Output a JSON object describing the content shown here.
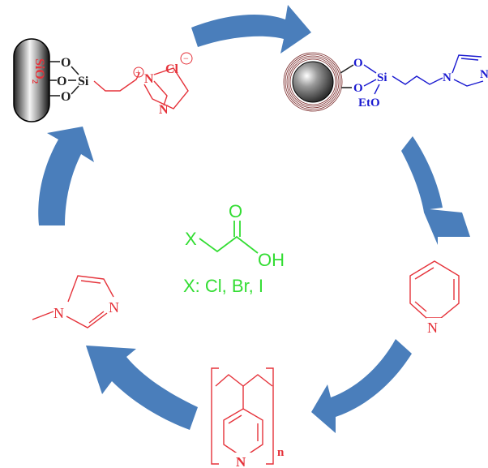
{
  "colors": {
    "arrow": "#4a7ebb",
    "red": "#e5323a",
    "blue": "#1a1ad0",
    "green": "#33dd33",
    "black": "#222222"
  },
  "silica_catalyst": {
    "support": "SiO",
    "support_sub": "2",
    "oxygen": "O",
    "silicon": "Si",
    "nitrogen": "N",
    "plus": "+",
    "chloride": "Cl",
    "minus": "−"
  },
  "magnetic_catalyst": {
    "oxygen": "O",
    "silicon": "Si",
    "ethoxy": "EtO",
    "nitrogen": "N"
  },
  "reagent": {
    "x_group": "X",
    "oxygen": "O",
    "hydroxyl": "OH",
    "substituents": "X: Cl, Br, I"
  },
  "pyridine": {
    "nitrogen": "N"
  },
  "polymer": {
    "nitrogen": "N",
    "subscript": "n"
  },
  "methylimidazole": {
    "nitrogen_1": "N",
    "nitrogen_2": "N"
  }
}
